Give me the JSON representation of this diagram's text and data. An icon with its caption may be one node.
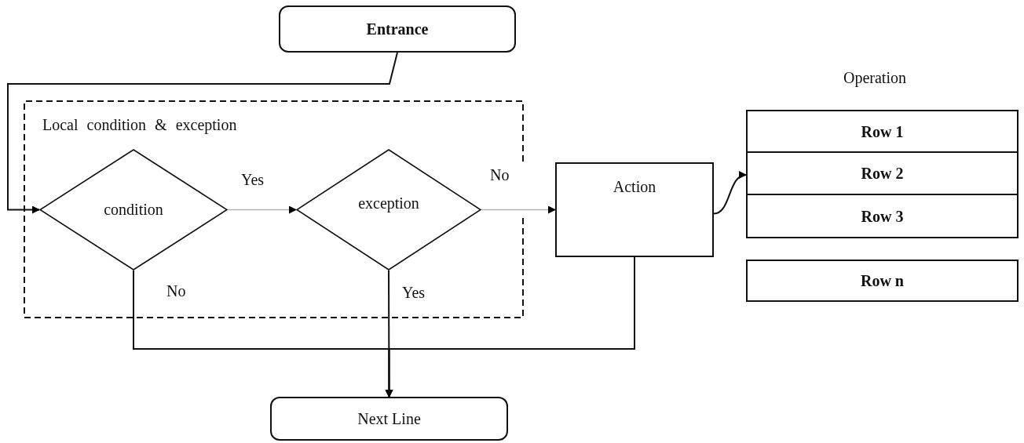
{
  "diagram": {
    "nodes": [
      {
        "text": [
          "Entrance"
        ]
      },
      {
        "text": [
          "Local condition & exception"
        ]
      },
      {
        "text": [
          "condition"
        ],
        "in": 1
      },
      {
        "text": [
          "exception"
        ],
        "in": 1
      },
      {
        "text": [
          "Action"
        ]
      },
      {
        "text": [
          "Row 1"
        ]
      },
      {
        "text": [
          "Row 2"
        ]
      },
      {
        "text": [
          "Row 3"
        ]
      },
      {
        "text": [
          "Row n"
        ]
      },
      {
        "text": [
          "Next Line"
        ]
      }
    ],
    "edges": [
      {
        "from": 0,
        "to": 2,
        "arrow": "to"
      },
      {
        "from": 2,
        "to": 3,
        "label": "Yes",
        "arrow": "to",
        "color": "#b4b4b4"
      },
      {
        "from": 3,
        "to": 4,
        "label": "No",
        "arrow": "to",
        "color": "#b4b4b4"
      },
      {
        "from": 4,
        "to": 6,
        "arrow": "to"
      },
      {
        "from": 3,
        "to": 9,
        "label": "Yes",
        "arrow": "to"
      },
      {
        "from": 2,
        "to": 9,
        "label": "No",
        "arrow": "to"
      },
      {
        "from": 4,
        "to": 9,
        "arrow": "to"
      }
    ],
    "labels": [
      "Operation"
    ]
  }
}
